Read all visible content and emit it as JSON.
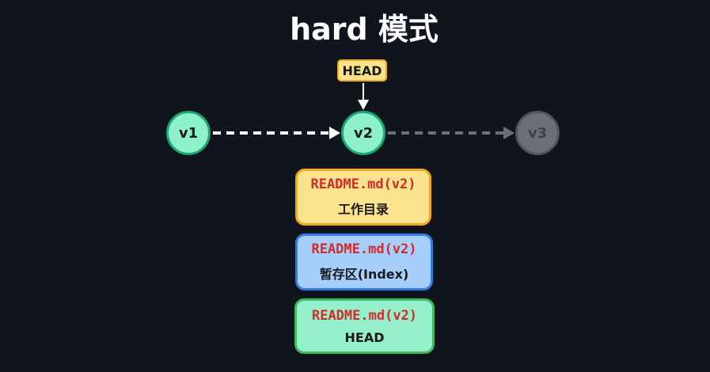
{
  "title": "hard 模式",
  "head_pointer": "HEAD",
  "commits": [
    {
      "label": "v1",
      "state": "active"
    },
    {
      "label": "v2",
      "state": "active"
    },
    {
      "label": "v3",
      "state": "inactive"
    }
  ],
  "areas": [
    {
      "file": "README.md(v2)",
      "label": "工作目录"
    },
    {
      "file": "README.md(v2)",
      "label": "暂存区(Index)"
    },
    {
      "file": "README.md(v2)",
      "label": "HEAD"
    }
  ],
  "colors": {
    "background": "#0f141d",
    "active_node": "#8ff0cc",
    "inactive_node": "#6b7077",
    "file_text": "#d42a2a"
  }
}
